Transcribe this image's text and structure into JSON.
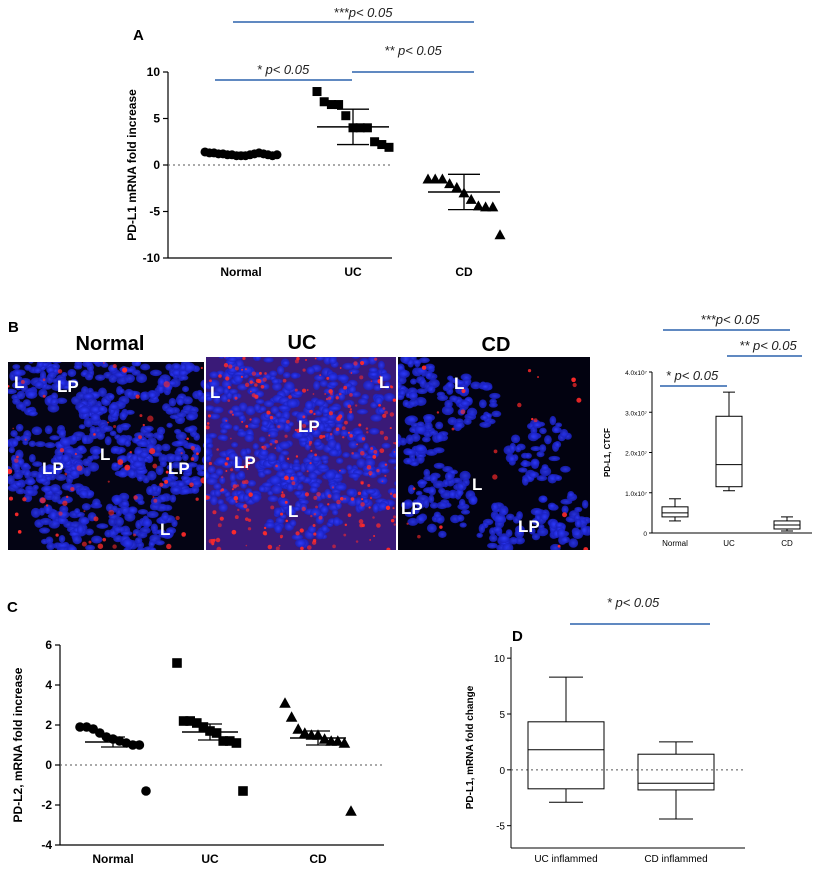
{
  "panel_letters": {
    "A": "A",
    "B": "B",
    "C": "C",
    "D": "D"
  },
  "colors": {
    "sig_line": "#4a78b8",
    "nucleus": "#1c28e6",
    "pdl1_signal": "#ff2a2a",
    "marker": "#000000"
  },
  "micrographs": {
    "normal": {
      "title": "Normal",
      "labels": [
        "L",
        "LP",
        "LP",
        "L",
        "LP",
        "L"
      ]
    },
    "uc": {
      "title": "UC",
      "labels": [
        "L",
        "LP",
        "LP",
        "L"
      ]
    },
    "cd": {
      "title": "CD",
      "labels": [
        "L",
        "L",
        "L",
        "LP",
        "LP"
      ]
    }
  },
  "chart_data": [
    {
      "panel": "A",
      "type": "scatter",
      "ylabel": "PD-L1 mRNA fold increase",
      "categories": [
        "Normal",
        "UC",
        "CD"
      ],
      "ylim": [
        -10,
        10
      ],
      "yticks": [
        -10,
        -5,
        0,
        5,
        10
      ],
      "reference_line": 0,
      "series": [
        {
          "category": "Normal",
          "marker": "circle",
          "values": [
            1.4,
            1.3,
            1.3,
            1.2,
            1.2,
            1.1,
            1.1,
            1.0,
            1.0,
            1.0,
            1.1,
            1.2,
            1.3,
            1.2,
            1.1,
            1.0,
            1.1
          ],
          "mean": 1.2,
          "sd": 0.15
        },
        {
          "category": "UC",
          "marker": "square",
          "values": [
            7.9,
            6.8,
            6.5,
            6.5,
            5.3,
            4.0,
            4.0,
            4.0,
            2.5,
            2.2,
            1.9
          ],
          "mean": 4.1,
          "sd": 1.9
        },
        {
          "category": "CD",
          "marker": "triangle",
          "values": [
            -1.5,
            -1.5,
            -1.5,
            -2.0,
            -2.4,
            -3.0,
            -3.7,
            -4.4,
            -4.5,
            -4.5,
            -7.5
          ],
          "mean": -2.9,
          "sd": 1.9
        }
      ],
      "significance": [
        {
          "from": "Normal",
          "to": "UC",
          "label": "* p< 0.05"
        },
        {
          "from": "UC",
          "to": "CD",
          "label": "** p< 0.05"
        },
        {
          "from": "Normal",
          "to": "CD",
          "label": "***p< 0.05"
        }
      ]
    },
    {
      "panel": "B",
      "type": "box",
      "ylabel": "PD-L1, CTCF",
      "categories": [
        "Normal",
        "UC",
        "CD"
      ],
      "ylim": [
        0,
        40000000
      ],
      "yticks": [
        0,
        10000000,
        20000000,
        30000000,
        40000000
      ],
      "ytick_labels": [
        "0",
        "1.0x10⁷",
        "2.0x10⁷",
        "3.0x10⁷",
        "4.0x10⁷"
      ],
      "boxes": [
        {
          "category": "Normal",
          "min": 3000000,
          "q1": 4000000,
          "median": 5000000,
          "q3": 6500000,
          "max": 8500000
        },
        {
          "category": "UC",
          "min": 10500000,
          "q1": 11500000,
          "median": 17000000,
          "q3": 29000000,
          "max": 35000000
        },
        {
          "category": "CD",
          "min": 500000,
          "q1": 1000000,
          "median": 2000000,
          "q3": 3000000,
          "max": 4000000
        }
      ],
      "significance": [
        {
          "from": "Normal",
          "to": "UC",
          "label": "* p< 0.05"
        },
        {
          "from": "UC",
          "to": "CD",
          "label": "** p< 0.05"
        },
        {
          "from": "Normal",
          "to": "CD",
          "label": "***p< 0.05"
        }
      ]
    },
    {
      "panel": "C",
      "type": "scatter",
      "ylabel": "PD-L2, mRNA fold increase",
      "categories": [
        "Normal",
        "UC",
        "CD"
      ],
      "ylim": [
        -4,
        6
      ],
      "yticks": [
        -4,
        -2,
        0,
        2,
        4,
        6
      ],
      "reference_line": 0,
      "series": [
        {
          "category": "Normal",
          "marker": "circle",
          "values": [
            1.9,
            1.9,
            1.8,
            1.6,
            1.4,
            1.3,
            1.2,
            1.1,
            1.0,
            1.0,
            -1.3
          ],
          "mean": 1.15,
          "sem": 0.25
        },
        {
          "category": "UC",
          "marker": "square",
          "values": [
            5.1,
            2.2,
            2.2,
            2.1,
            1.9,
            1.7,
            1.6,
            1.2,
            1.2,
            1.1,
            -1.3
          ],
          "mean": 1.65,
          "sem": 0.4
        },
        {
          "category": "CD",
          "marker": "triangle",
          "values": [
            3.1,
            2.4,
            1.8,
            1.6,
            1.5,
            1.5,
            1.3,
            1.2,
            1.2,
            1.1,
            -2.3
          ],
          "mean": 1.35,
          "sem": 0.35
        }
      ]
    },
    {
      "panel": "D",
      "type": "box",
      "ylabel": "PD-L1, mRNA fold change",
      "categories": [
        "UC inflammed",
        "CD inflammed"
      ],
      "ylim": [
        -7,
        11
      ],
      "yticks": [
        -5,
        0,
        5,
        10
      ],
      "reference_line": 0,
      "boxes": [
        {
          "category": "UC inflammed",
          "min": -2.9,
          "q1": -1.7,
          "median": 1.8,
          "q3": 4.3,
          "max": 8.3
        },
        {
          "category": "CD inflammed",
          "min": -4.4,
          "q1": -1.8,
          "median": -1.2,
          "q3": 1.4,
          "max": 2.5
        }
      ],
      "significance": [
        {
          "from": "UC inflammed",
          "to": "CD inflammed",
          "label": "* p< 0.05"
        }
      ]
    }
  ]
}
